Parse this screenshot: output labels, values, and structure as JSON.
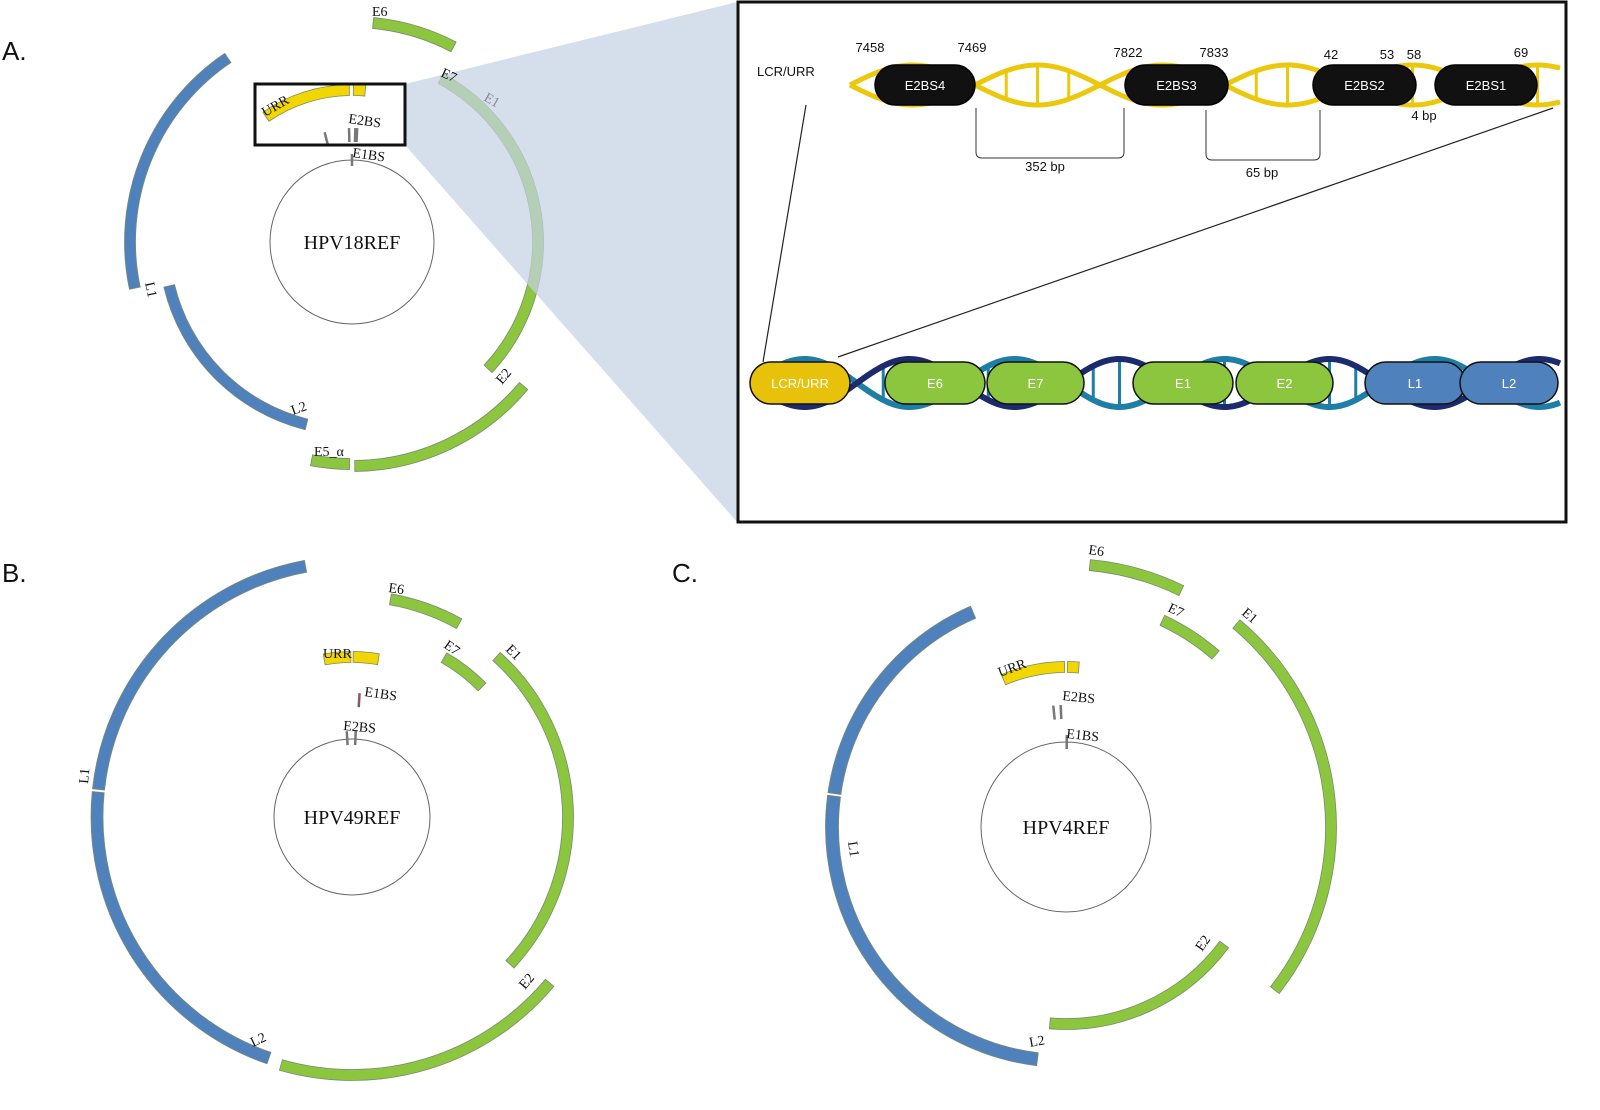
{
  "panels": {
    "a": {
      "letter": "A.",
      "genome": "HPV18REF",
      "labels": {
        "E6": "E6",
        "E7": "E7",
        "E1": "E1",
        "E2": "E2",
        "E5": "E5_α",
        "L1": "L1",
        "L2": "L2",
        "URR": "URR",
        "E2BS": "E2BS",
        "E1BS": "E1BS"
      }
    },
    "b": {
      "letter": "B.",
      "genome": "HPV49REF",
      "labels": {
        "E6": "E6",
        "E7": "E7",
        "E1": "E1",
        "E2": "E2",
        "L1": "L1",
        "L2": "L2",
        "URR": "URR",
        "E2BS": "E2BS",
        "E1BS": "E1BS"
      }
    },
    "c": {
      "letter": "C.",
      "genome": "HPV4REF",
      "labels": {
        "E6": "E6",
        "E7": "E7",
        "E1": "E1",
        "E2": "E2",
        "L1": "L1",
        "L2": "L2",
        "URR": "URR",
        "E2BS": "E2BS",
        "E1BS": "E1BS"
      }
    }
  },
  "inset": {
    "region_label": "LCR/URR",
    "binding_sites": [
      {
        "name": "E2BS4",
        "start": "7458",
        "end": "7469"
      },
      {
        "name": "E2BS3",
        "start": "7822",
        "end": "7833"
      },
      {
        "name": "E2BS2",
        "start": "42",
        "end": "53"
      },
      {
        "name": "E2BS1",
        "start": "58",
        "end": "69"
      }
    ],
    "spacings": [
      "352 bp",
      "65 bp",
      "4 bp"
    ],
    "genes": [
      "LCR/URR",
      "E6",
      "E7",
      "E1",
      "E2",
      "L1",
      "L2"
    ]
  },
  "colors": {
    "early_gene": "#8cc63f",
    "late_gene": "#4f81bd",
    "urr": "#f2d600",
    "urr_pill": "#e8c20a",
    "binding_site": "#111111",
    "helix_top": "#ecc80c",
    "helix_navy": "#1c2a6e",
    "helix_teal": "#1f7ea6",
    "zoom_shade": "#c5d2e4"
  }
}
